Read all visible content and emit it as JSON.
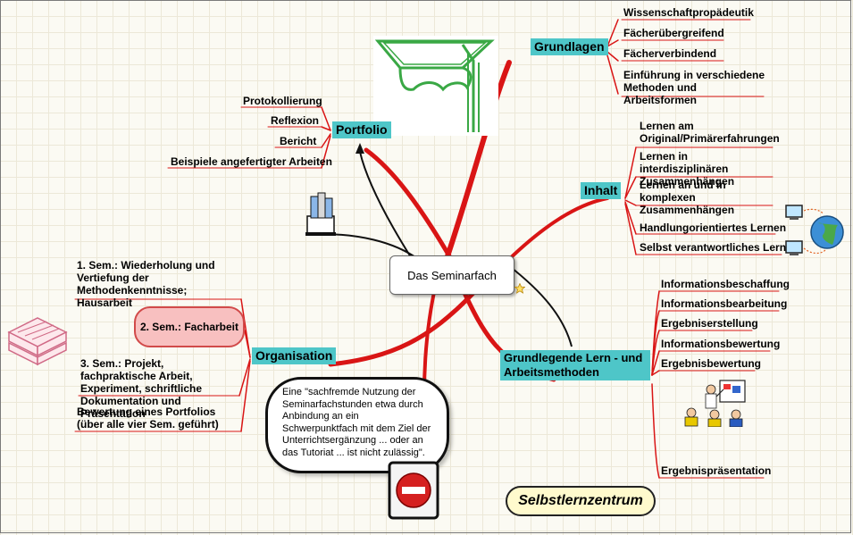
{
  "center": {
    "label": "Das Seminarfach"
  },
  "grundlagen": {
    "title": "Grundlagen",
    "items": [
      "Wissenschaftpropädeutik",
      "Fächerübergreifend",
      "Fächerverbindend",
      "Einführung in verschiedene Methoden und Arbeitsformen"
    ]
  },
  "inhalt": {
    "title": "Inhalt",
    "items": [
      "Lernen am Original/Primärerfahrungen",
      "Lernen in interdisziplinären Zusammenhängen",
      "Lernen an und in komplexen Zusammenhängen",
      "Handlungorientiertes Lernen",
      "Selbst verantwortliches Lernen"
    ]
  },
  "methoden": {
    "title": "Grundlegende Lern - und Arbeitsmethoden",
    "items": [
      "Informationsbeschaffung",
      "Informationsbearbeitung",
      "Ergebniserstellung",
      "Informationsbewertung",
      "Ergebnisbewertung",
      "Ergebnispräsentation"
    ]
  },
  "portfolio": {
    "title": "Portfolio",
    "items": [
      "Protokollierung",
      "Reflexion",
      "Bericht",
      "Beispiele angefertigter Arbeiten"
    ]
  },
  "organisation": {
    "title": "Organisation",
    "sem1": "1. Sem.: Wiederholung und Vertiefung der Methodenkenntnisse;   Hausarbeit",
    "sem2": "2. Sem.: Facharbeit",
    "sem3": "3. Sem.: Projekt, fachpraktische Arbeit, Experiment, schriftliche Dokumentation und Präsentation",
    "bewertung": "Bewertung eines Portfolios (über alle vier Sem. geführt)"
  },
  "callout": {
    "text": "Eine \"sachfremde Nutzung der Seminarfachstunden etwa durch Anbindung  an  ein Schwerpunktfach mit dem Ziel der Unterrichtsergänzung  ... oder an das Tutoriat   ... ist nicht zulässig\"."
  },
  "badge": {
    "label": "Selbstlernzentrum"
  },
  "colors": {
    "branch": "#d91515",
    "category": "#4ec6c8",
    "hat": "#3aa845",
    "facharbeit": "#f8c0c0"
  },
  "icons": [
    "graduation-cap-icon",
    "archive-box-icon",
    "globe-network-icon",
    "presentation-icon",
    "stacked-books-icon",
    "no-entry-icon",
    "star-icon"
  ]
}
